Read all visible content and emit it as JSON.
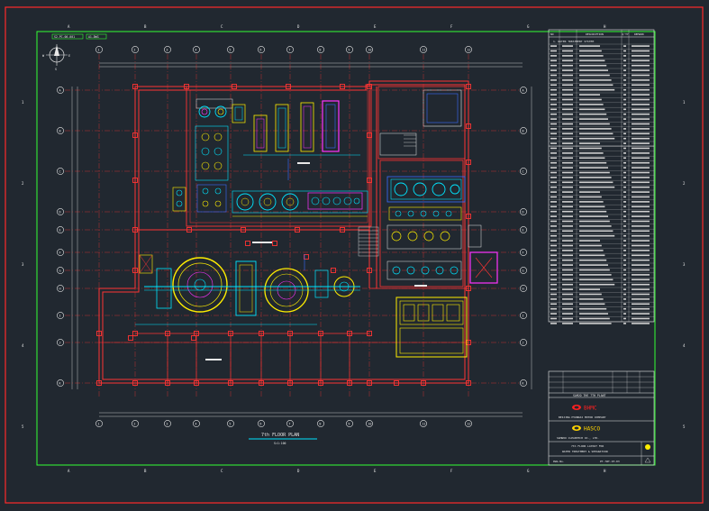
{
  "colors": {
    "background": "#212830",
    "border_red": "#ff2a2a",
    "frame_green": "#33ff33",
    "wall_red": "#ff3333",
    "grid_red": "#ff3333",
    "dim_white": "#e8e8e8",
    "cyan": "#00e5ff",
    "yellow": "#ffee00",
    "magenta": "#ff33ff",
    "blue": "#3a6cff",
    "logo_red": "#ff2020",
    "logo_yellow": "#ffd400"
  },
  "drawing": {
    "top_left_tag": "S2-PC-00-001",
    "top_left_tag2": "A1-DWG",
    "plan_title": "7th FLOOR PLAN",
    "plan_scale": "S=1:100"
  },
  "grid": {
    "columns": [
      "1",
      "2",
      "3",
      "4",
      "5",
      "6",
      "7",
      "8",
      "9",
      "10",
      "11",
      "12"
    ],
    "rows": [
      "A",
      "B",
      "C",
      "D",
      "E",
      "F",
      "G",
      "H",
      "I",
      "J",
      "K"
    ],
    "frame_letters": [
      "A",
      "B",
      "C",
      "D",
      "E",
      "F",
      "G",
      "H"
    ]
  },
  "title_block": {
    "plant_name": "SAMJO THE 7TH PLANT",
    "client_brand": "BHMC",
    "client_name": "BEIJING HYUNDAI MOTOR COMPANY",
    "contractor_brand": "HASCO",
    "contractor_name": "SAMWOO CLEANTECH CO., LTD.",
    "drawing_title_1": "7th FLOOR LAYOUT FOR",
    "drawing_title_2": "WATER TREATMENT & SEPARATION",
    "drawing_no_label": "DWG.No.",
    "drawing_no": "PT-7WT-CH-03"
  },
  "equipment_list": {
    "header": [
      "NO",
      "DESCRIPTION",
      "Q'TY",
      "REMARK"
    ],
    "section_title": "1. WATER TREATMENT SYSTEM"
  }
}
